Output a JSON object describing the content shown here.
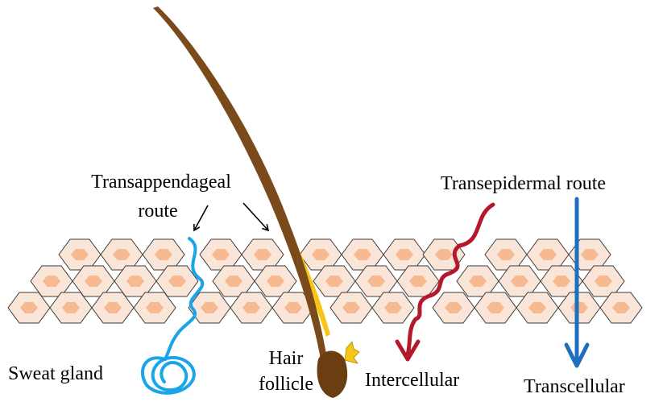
{
  "labels": {
    "transappendageal_line1": "Transappendageal",
    "transappendageal_line2": "route",
    "transepidermal": "Transepidermal route",
    "hair_line1": "Hair",
    "hair_line2": "follicle",
    "sweat_gland": "Sweat gland",
    "intercellular": "Intercellular",
    "transcellular": "Transcellular"
  },
  "colors": {
    "cell_fill": "#fae6d8",
    "cell_stroke": "#3a3a3a",
    "nucleus": "#f7b98f",
    "hair": "#7b4a1a",
    "sebaceous": "#f6c515",
    "sweat_duct": "#1aa6e6",
    "intercellular_arrow": "#b4182d",
    "transcellular_arrow": "#1f6fbf",
    "text": "#000000"
  }
}
